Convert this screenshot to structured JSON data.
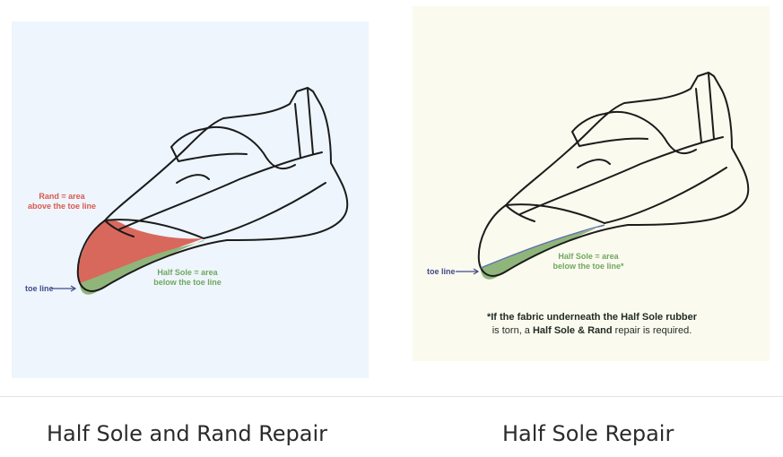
{
  "panels": {
    "left": {
      "background": "#eef5fd",
      "labels": {
        "rand_line1": "Rand = area",
        "rand_line2": "above the toe line",
        "half_sole_line1": "Half Sole = area",
        "half_sole_line2": "below the toe line",
        "toe_line": "toe line"
      },
      "colors": {
        "rand": "#d75b4e",
        "half_sole": "#8fb57b",
        "toe_line": "#3f4a8c",
        "ink": "#1b1b1b"
      }
    },
    "right": {
      "background": "#fbfaee",
      "labels": {
        "half_sole_line1": "Half Sole = area",
        "half_sole_line2": "below the toe line*",
        "toe_line": "toe line"
      },
      "footnote": {
        "line1": "*If the fabric underneath the Half Sole rubber",
        "line2_prefix": "is torn, a ",
        "line2_bold": "Half Sole & Rand",
        "line2_suffix": " repair is required."
      },
      "colors": {
        "half_sole": "#8fb57b",
        "toe_line": "#3f4a8c",
        "ink": "#1b1b1b"
      }
    }
  },
  "cards": {
    "left_title": "Half Sole and Rand Repair",
    "right_title": "Half Sole Repair"
  }
}
